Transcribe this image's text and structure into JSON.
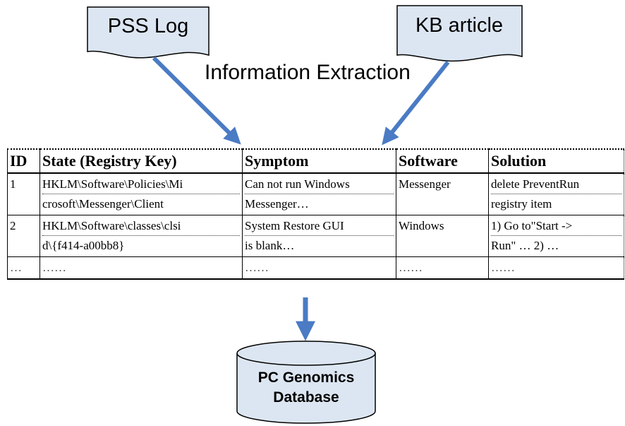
{
  "sources": {
    "pss_log": "PSS Log",
    "kb_article": "KB article"
  },
  "caption": "Information Extraction",
  "table": {
    "headers": [
      "ID",
      "State (Registry Key)",
      "Symptom",
      "Software",
      "Solution"
    ],
    "rows": [
      {
        "id": "1",
        "state": [
          "HKLM\\Software\\Policies\\Mi",
          "crosoft\\Messenger\\Client"
        ],
        "symptom": [
          "Can not run Windows",
          "Messenger…"
        ],
        "software": "Messenger",
        "solution": [
          "delete PreventRun",
          "registry item"
        ]
      },
      {
        "id": "2",
        "state": [
          "HKLM\\Software\\classes\\clsi",
          "d\\{f414-a00bb8}"
        ],
        "symptom": [
          "System Restore GUI",
          "is blank…"
        ],
        "software": "Windows",
        "solution": [
          "1) Go to\"Start ->",
          "Run\" …  2) …"
        ]
      },
      {
        "id": "…",
        "state": [
          "……"
        ],
        "symptom": [
          "……"
        ],
        "software": "……",
        "solution": [
          "……"
        ]
      }
    ]
  },
  "database": {
    "line1": "PC Genomics",
    "line2": "Database"
  },
  "colors": {
    "shape_fill": "#dce6f2",
    "arrow": "#4a7bc4"
  }
}
